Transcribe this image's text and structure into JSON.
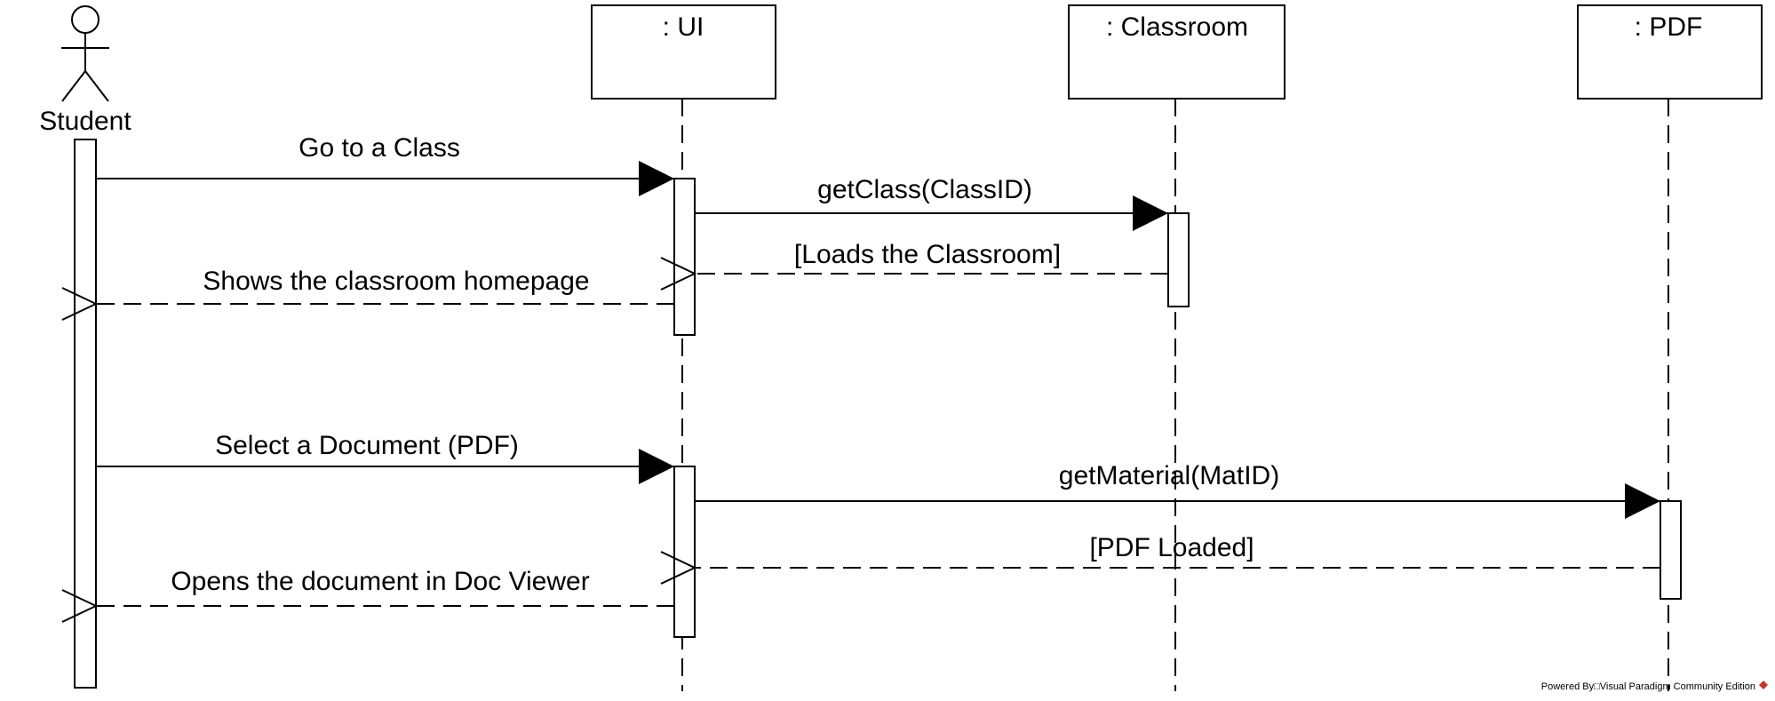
{
  "diagram": {
    "actor": {
      "label": "Student"
    },
    "lifelines": [
      {
        "id": "ui",
        "label": ": UI"
      },
      {
        "id": "classroom",
        "label": ": Classroom"
      },
      {
        "id": "pdf",
        "label": ": PDF"
      }
    ],
    "messages": [
      {
        "label": "Go to a Class",
        "type": "sync"
      },
      {
        "label": "getClass(ClassID)",
        "type": "sync"
      },
      {
        "label": "[Loads the Classroom]",
        "type": "return"
      },
      {
        "label": "Shows the classroom homepage",
        "type": "return"
      },
      {
        "label": "Select a Document (PDF)",
        "type": "sync"
      },
      {
        "label": "getMaterial(MatID)",
        "type": "sync"
      },
      {
        "label": "[PDF Loaded]",
        "type": "return"
      },
      {
        "label": "Opens the document in Doc Viewer",
        "type": "return"
      }
    ],
    "footer": "Powered By□Visual Paradigm Community Edition"
  }
}
